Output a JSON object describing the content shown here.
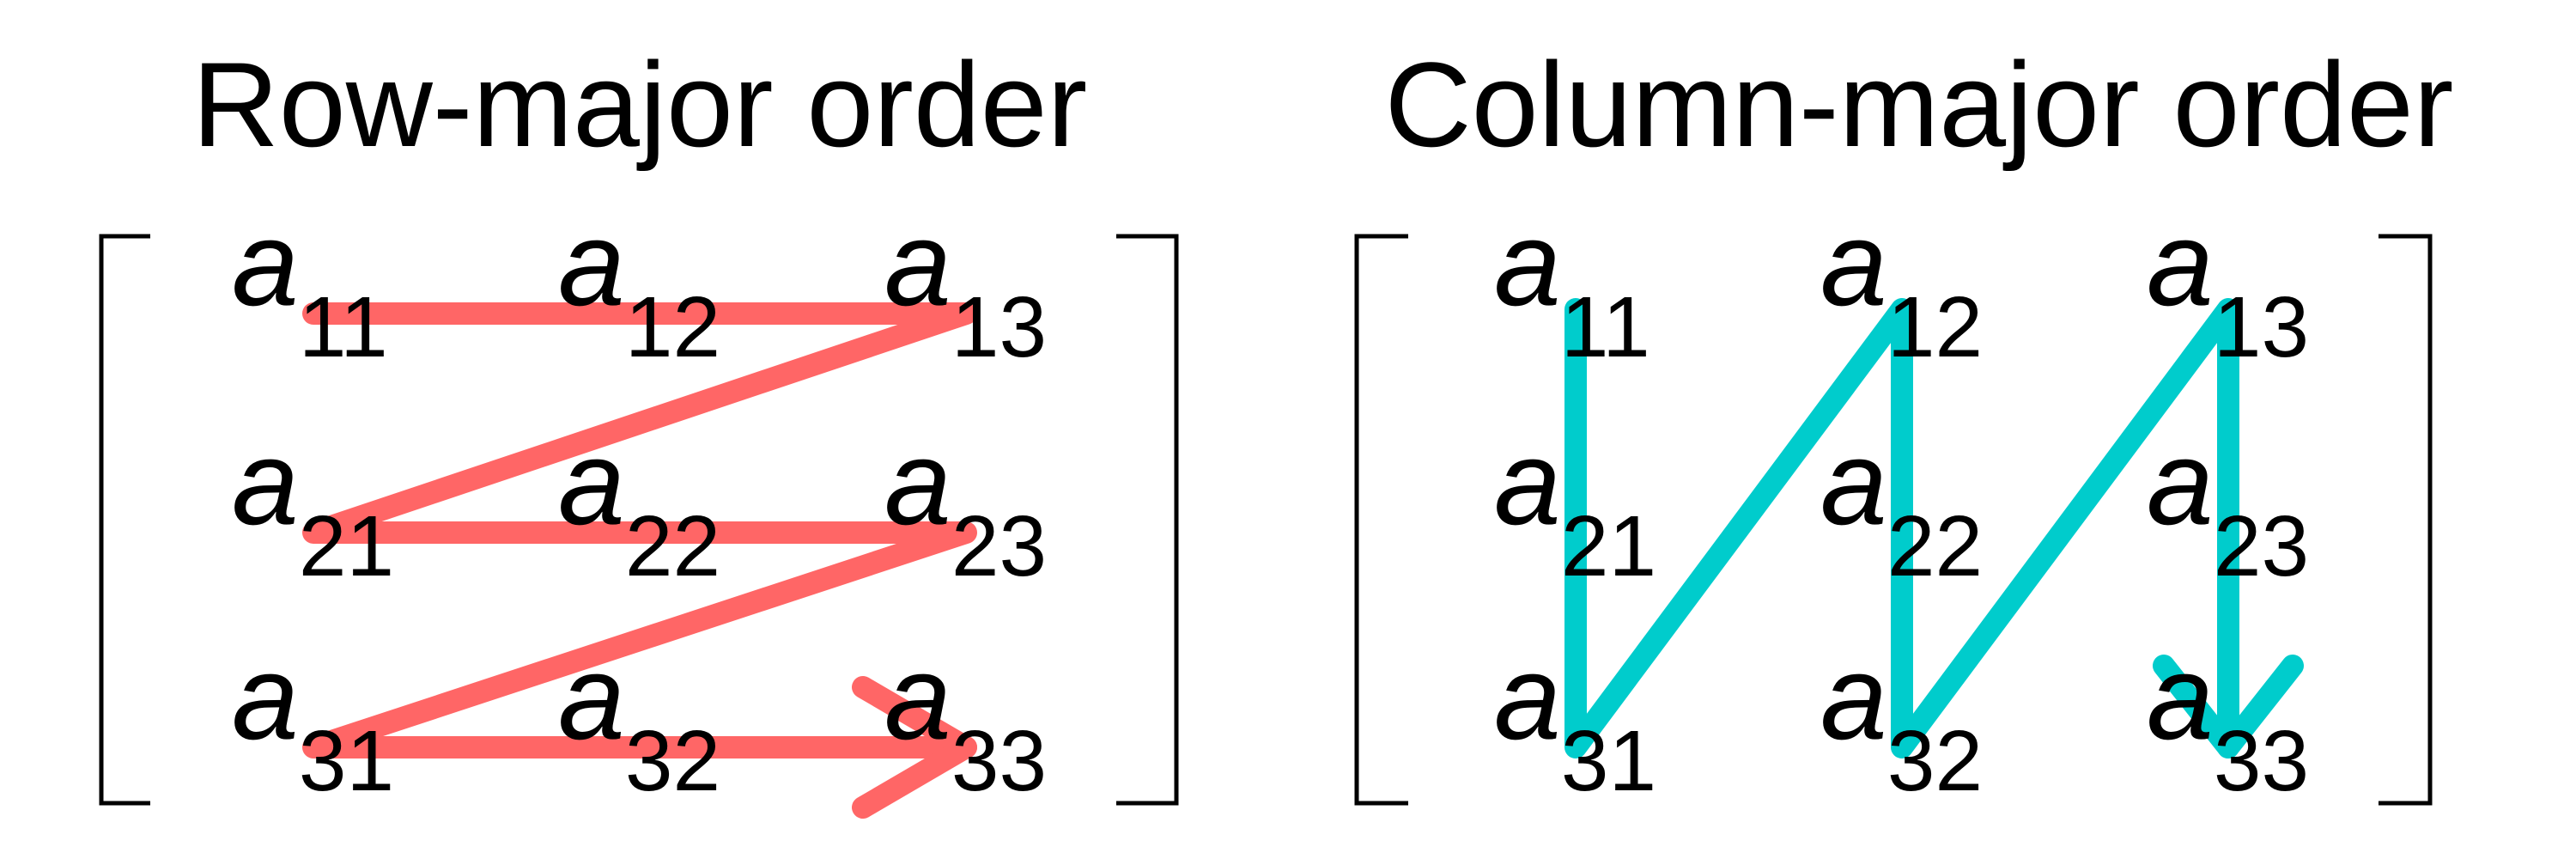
{
  "panels": [
    {
      "title": "Row-major order",
      "path_color": "#ff6666",
      "traversal": "row-major",
      "elements": [
        {
          "base": "a",
          "sub": "11"
        },
        {
          "base": "a",
          "sub": "12"
        },
        {
          "base": "a",
          "sub": "13"
        },
        {
          "base": "a",
          "sub": "21"
        },
        {
          "base": "a",
          "sub": "22"
        },
        {
          "base": "a",
          "sub": "23"
        },
        {
          "base": "a",
          "sub": "31"
        },
        {
          "base": "a",
          "sub": "32"
        },
        {
          "base": "a",
          "sub": "33"
        }
      ]
    },
    {
      "title": "Column-major order",
      "path_color": "#00cccc",
      "traversal": "column-major",
      "elements": [
        {
          "base": "a",
          "sub": "11"
        },
        {
          "base": "a",
          "sub": "12"
        },
        {
          "base": "a",
          "sub": "13"
        },
        {
          "base": "a",
          "sub": "21"
        },
        {
          "base": "a",
          "sub": "22"
        },
        {
          "base": "a",
          "sub": "23"
        },
        {
          "base": "a",
          "sub": "31"
        },
        {
          "base": "a",
          "sub": "32"
        },
        {
          "base": "a",
          "sub": "33"
        }
      ]
    }
  ]
}
